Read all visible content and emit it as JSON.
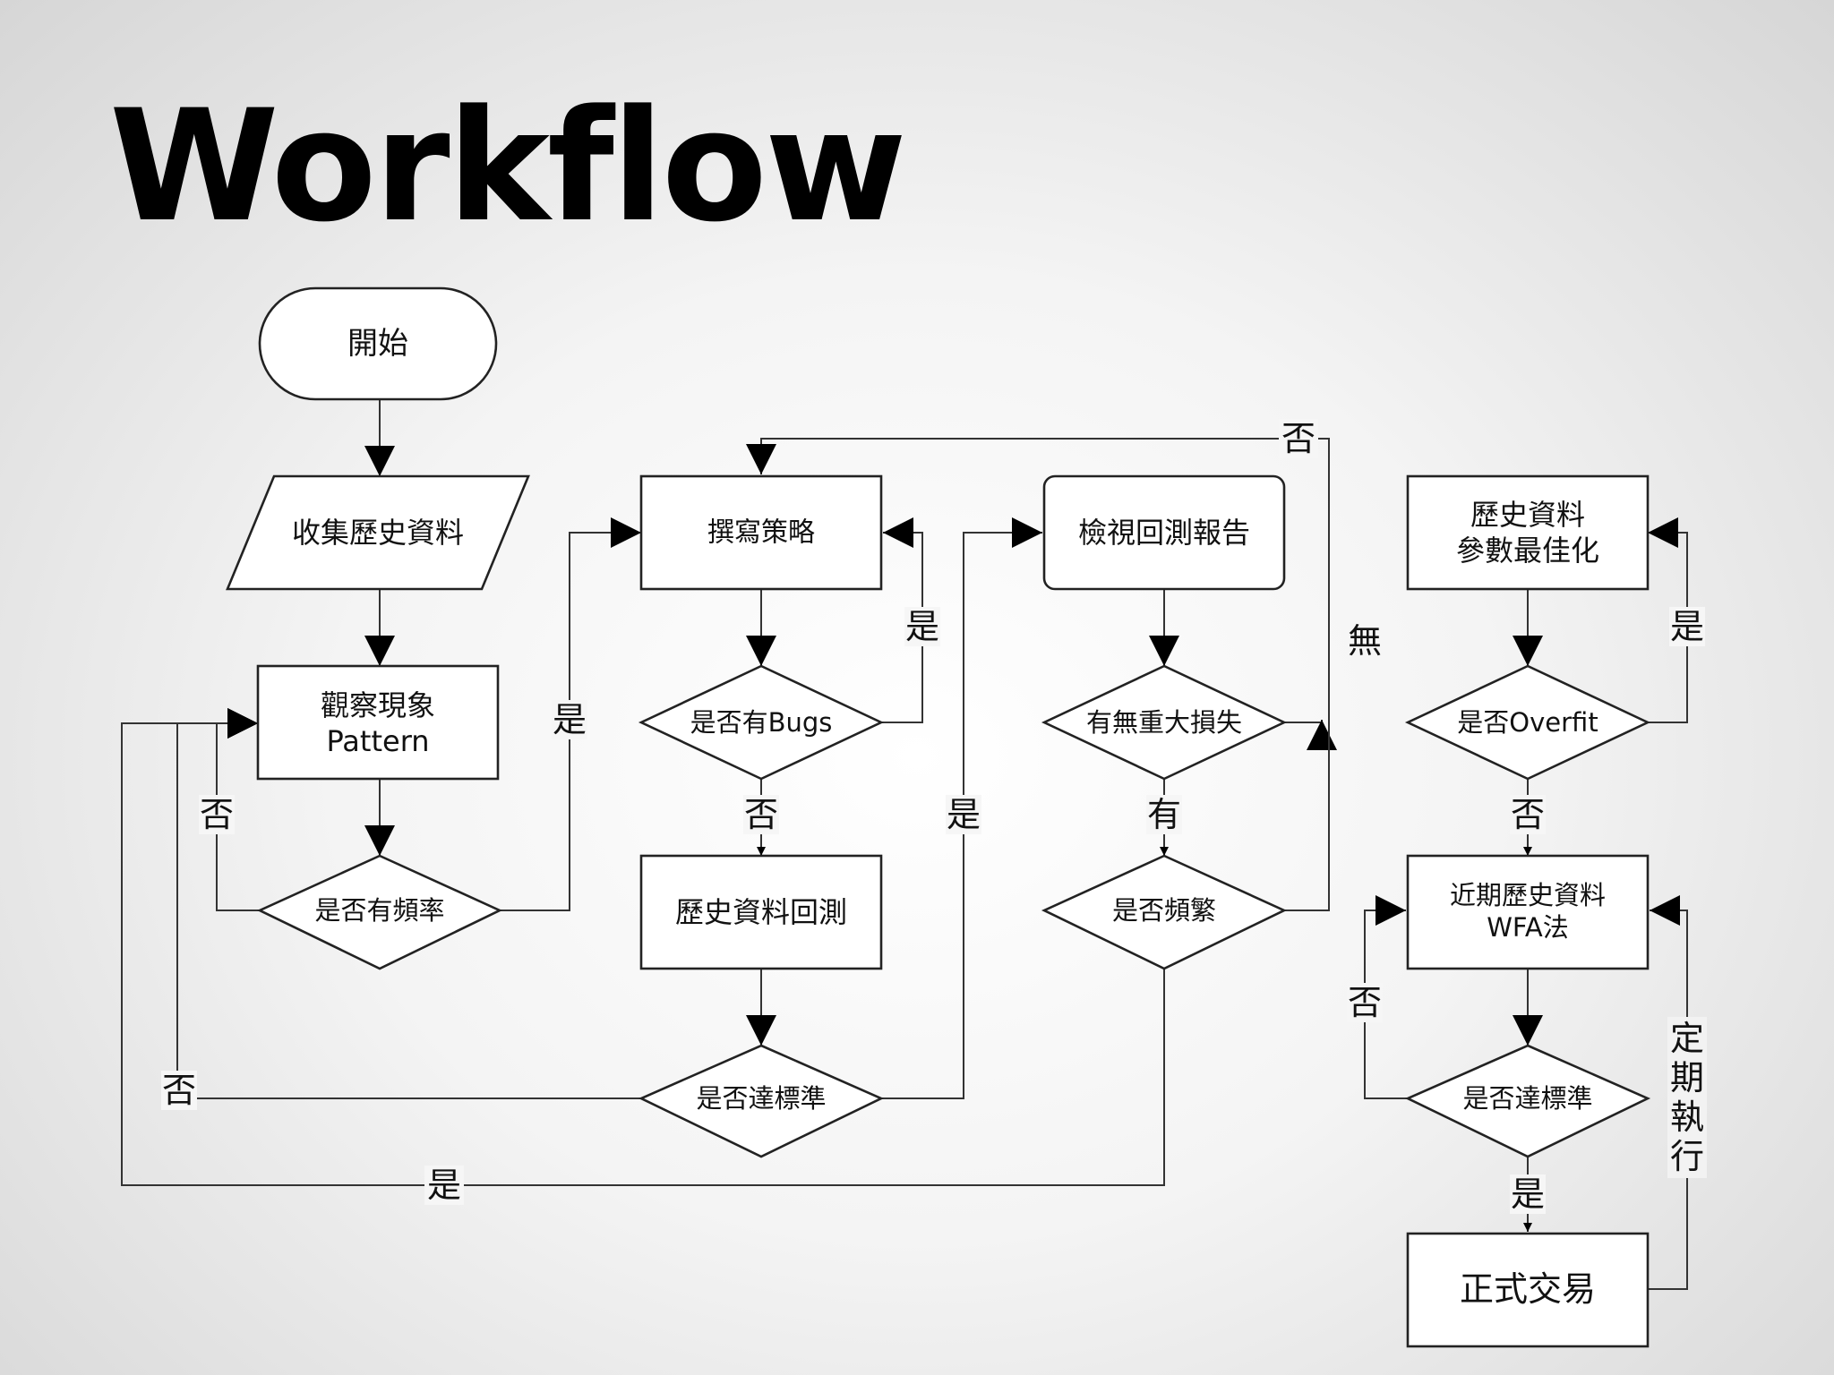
{
  "slide": {
    "title": "Workflow"
  },
  "nodes": {
    "start": {
      "text": "開始"
    },
    "collect": {
      "text": "收集歷史資料"
    },
    "observe": {
      "line1": "觀察現象",
      "line2": "Pattern"
    },
    "has_freq": {
      "text": "是否有頻率"
    },
    "write_strategy": {
      "text": "撰寫策略"
    },
    "has_bugs": {
      "text": "是否有Bugs"
    },
    "backtest": {
      "text": "歷史資料回測"
    },
    "meets_std_1": {
      "text": "是否達標準"
    },
    "view_report": {
      "text": "檢視回測報告"
    },
    "major_loss": {
      "text": "有無重大損失"
    },
    "frequent": {
      "text": "是否頻繁"
    },
    "optimize": {
      "line1": "歷史資料",
      "line2": "參數最佳化"
    },
    "overfit": {
      "text": "是否Overfit"
    },
    "wfa": {
      "line1": "近期歷史資料",
      "line2": "WFA法"
    },
    "meets_std_2": {
      "text": "是否達標準"
    },
    "live_trade": {
      "text": "正式交易"
    }
  },
  "labels": {
    "freq_no": "否",
    "freq_yes": "是",
    "bugs_yes": "是",
    "bugs_no": "否",
    "std1_yes": "是",
    "std1_no": "否",
    "loss_has": "有",
    "loss_none": "無",
    "frequent_no": "否",
    "frequent_yes": "是",
    "overfit_yes": "是",
    "overfit_no": "否",
    "std2_no": "否",
    "std2_yes": "是",
    "periodic_1": "定",
    "periodic_2": "期",
    "periodic_3": "執",
    "periodic_4": "行"
  }
}
